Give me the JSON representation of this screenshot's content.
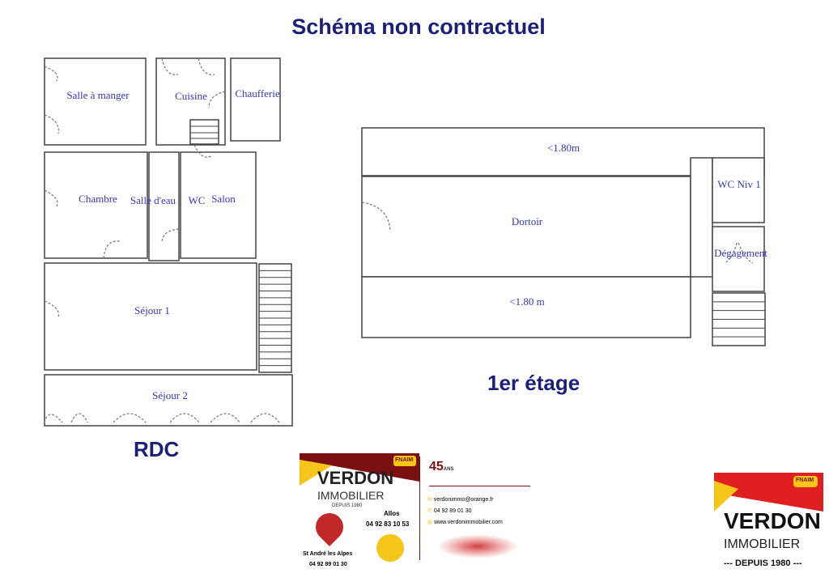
{
  "title": "Schéma non contractuel",
  "rdc": {
    "label": "RDC",
    "rooms": {
      "salle_a_manger": "Salle à manger",
      "cuisine": "Cuisine",
      "chaufferie": "Chaufferie",
      "chambre": "Chambre",
      "salle_eau": "Salle d'eau",
      "wc": "WC",
      "salon": "Salon",
      "sejour1": "Séjour 1",
      "sejour2": "Séjour 2"
    }
  },
  "etage": {
    "label": "1er étage",
    "rooms": {
      "top": "<1.80m",
      "dortoir": "Dortoir",
      "bottom": "<1.80 m",
      "wc": "WC Niv 1",
      "degagement": "Dégagement"
    }
  },
  "card": {
    "brand": "VERDON",
    "sub": "IMMOBILIER",
    "since": "DEPUIS 1980",
    "badge": "FNAIM",
    "anniversary": "45",
    "anniversary_unit": "ANS",
    "town1": "Allos",
    "phone1": "04 92 83 10 53",
    "town2": "St André les Alpes",
    "phone2": "04 92 89 01 30",
    "email": "verdonimmo@orange.fr",
    "phone": "04 92 89 01 30",
    "web": "www.verdonimmobilier.com"
  },
  "logo": {
    "brand": "VERDON",
    "sub": "IMMOBILIER",
    "since": "--- DEPUIS 1980 ---",
    "badge": "FNAIM"
  },
  "colors": {
    "title": "#1c1f78",
    "label": "#3535c8",
    "red": "#e02020",
    "yellow": "#f5c518",
    "maroon": "#7a1010"
  }
}
